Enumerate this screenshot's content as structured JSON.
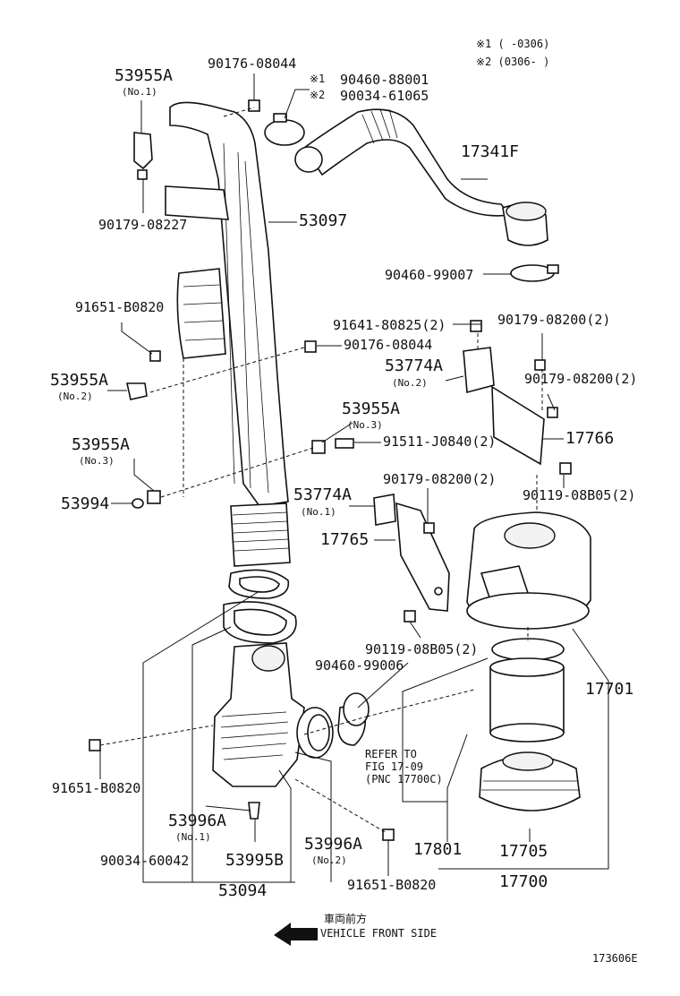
{
  "legend": {
    "line1": "※1 (     -0306)",
    "line2": "※2 (0306-      )"
  },
  "labels": {
    "p53955A_top": "53955A",
    "p53955A_top_sub": "(No.1)",
    "p90176_top": "90176-08044",
    "p90460_88001": "90460-88001",
    "p90034_61065": "90034-61065",
    "mark1": "※1",
    "mark2": "※2",
    "p17341F": "17341F",
    "p90179_08227": "90179-08227",
    "p53097": "53097",
    "p90460_99007": "90460-99007",
    "p91651_top": "91651-B0820",
    "p91641": "91641-80825(2)",
    "p90179_08200_a": "90179-08200(2)",
    "p90176_mid": "90176-08044",
    "p53955A_no2": "53955A",
    "p53955A_no2_sub": "(No.2)",
    "p53774A_no2": "53774A",
    "p53774A_no2_sub": "(No.2)",
    "p90179_08200_b": "90179-08200(2)",
    "p53955A_no3a": "53955A",
    "p53955A_no3a_sub": "(No.3)",
    "p91511": "91511-J0840(2)",
    "p17766": "17766",
    "p53955A_no3b": "53955A",
    "p53955A_no3b_sub": "(No.3)",
    "p90179_08200_c": "90179-08200(2)",
    "p90119_a": "90119-08B05(2)",
    "p53994": "53994",
    "p53774A_no1": "53774A",
    "p53774A_no1_sub": "(No.1)",
    "p17765": "17765",
    "p90119_b": "90119-08B05(2)",
    "p90460_99006": "90460-99006",
    "p17701": "17701",
    "refer1": "REFER TO",
    "refer2": "FIG 17-09",
    "refer3": "(PNC 17700C)",
    "p91651_mid": "91651-B0820",
    "p53996A_no1": "53996A",
    "p53996A_no1_sub": "(No.1)",
    "p53996A_no2": "53996A",
    "p53996A_no2_sub": "(No.2)",
    "p17801": "17801",
    "p17705": "17705",
    "p90034_60042": "90034-60042",
    "p53995B": "53995B",
    "p91651_bot": "91651-B0820",
    "p53094": "53094",
    "p17700": "17700",
    "front_jp": "車両前方",
    "front_en": "VEHICLE FRONT SIDE",
    "figure_id": "173606E"
  }
}
